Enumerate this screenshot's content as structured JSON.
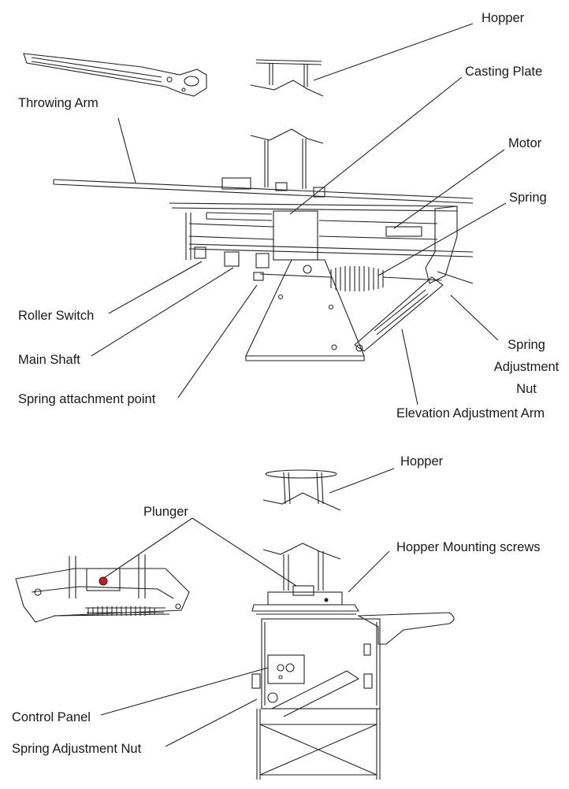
{
  "top_diagram": {
    "labels": {
      "hopper": "Hopper",
      "casting_plate": "Casting Plate",
      "throwing_arm": "Throwing Arm",
      "motor": "Motor",
      "spring": "Spring",
      "roller_switch": "Roller Switch",
      "main_shaft": "Main Shaft",
      "spring_attachment_point": "Spring attachment point",
      "spring_adjustment_nut_line1": "Spring",
      "spring_adjustment_nut_line2": "Adjustment",
      "spring_adjustment_nut_line3": "Nut",
      "elevation_adjustment_arm": "Elevation Adjustment Arm"
    }
  },
  "bottom_diagram": {
    "labels": {
      "hopper": "Hopper",
      "plunger": "Plunger",
      "hopper_mounting_screws": "Hopper Mounting screws",
      "control_panel": "Control Panel",
      "spring_adjustment_nut": "Spring Adjustment Nut"
    }
  },
  "colors": {
    "line": "#1a1a1a",
    "plunger": "#d4141c"
  }
}
